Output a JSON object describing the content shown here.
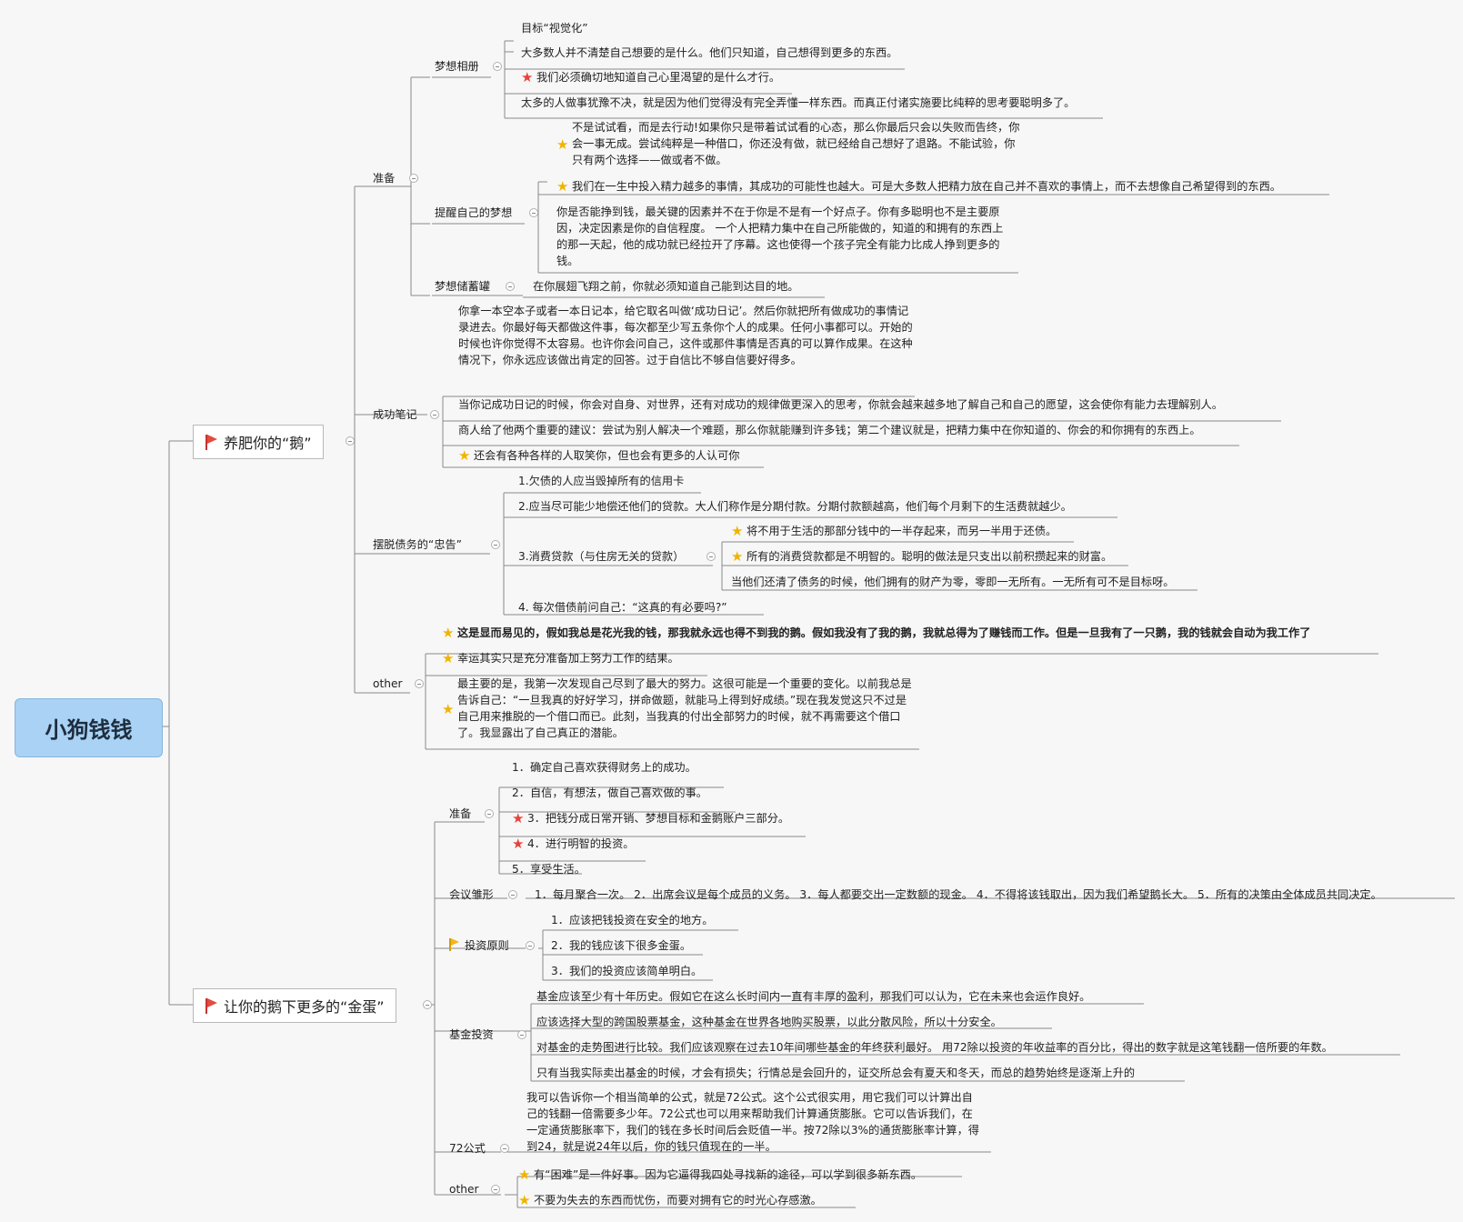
{
  "colors": {
    "root_bg": "#a9d2f4",
    "line": "#8a8a8a",
    "star": "#f0b400",
    "red_star": "#e8413a",
    "flag_red": "#e34b3e",
    "flag_yellow": "#f3b51a"
  },
  "root": {
    "label": "小狗钱钱"
  },
  "branch1": {
    "label": "养肥你的“鹅”",
    "icon": "red-flag-icon",
    "zhunbei": {
      "label": "准备",
      "mengxiang_xiangce": {
        "label": "梦想相册",
        "items": [
          "目标“视觉化”",
          "大多数人并不清楚自己想要的是什么。他们只知道，自己想得到更多的东西。",
          "我们必须确切地知道自己心里渴望的是什么才行。",
          "太多的人做事犹豫不决，就是因为他们觉得没有完全弄懂一样东西。而真正付诸实施要比纯粹的思考要聪明多了。"
        ]
      },
      "tixing": {
        "label": "提醒自己的梦想",
        "items": [
          "不是试试看，而是去行动!如果你只是带着试试看的心态，那么你最后只会以失败而告终，你会一事无成。尝试纯粹是一种借口，你还没有做，就已经给自己想好了退路。不能试验，你只有两个选择——做或者不做。",
          "我们在一生中投入精力越多的事情，其成功的可能性也越大。可是大多数人把精力放在自己并不喜欢的事情上，而不去想像自己希望得到的东西。",
          "你是否能挣到钱，最关键的因素并不在于你是不是有一个好点子。你有多聪明也不是主要原因，决定因素是你的自信程度。 一个人把精力集中在自己所能做的，知道的和拥有的东西上的那一天起，他的成功就已经拉开了序幕。这也使得一个孩子完全有能力比成人挣到更多的钱。"
        ]
      },
      "chuxuguan": {
        "label": "梦想储蓄罐",
        "text": "在你展翅飞翔之前，你就必须知道自己能到达目的地。"
      }
    },
    "chenggong_biji": {
      "label": "成功笔记",
      "items": [
        "你拿一本空本子或者一本日记本，给它取名叫做‘成功日记’。然后你就把所有做成功的事情记录进去。你最好每天都做这件事，每次都至少写五条你个人的成果。任何小事都可以。开始的时候也许你觉得不太容易。也许你会问自己，这件或那件事情是否真的可以算作成果。在这种情况下，你永远应该做出肯定的回答。过于自信比不够自信要好得多。",
        "当你记成功日记的时候，你会对自身、对世界，还有对成功的规律做更深入的思考，你就会越来越多地了解自己和自己的愿望，这会使你有能力去理解别人。",
        "商人给了他两个重要的建议：尝试为别人解决一个难题，那么你就能赚到许多钱；第二个建议就是，把精力集中在你知道的、你会的和你拥有的东西上。",
        "还会有各种各样的人取笑你，但也会有更多的人认可你"
      ]
    },
    "baituo": {
      "label": "摆脱债务的“忠告”",
      "items": [
        "1.欠债的人应当毁掉所有的信用卡",
        "2.应当尽可能少地偿还他们的贷款。大人们称作是分期付款。分期付款额越高，他们每个月剩下的生活费就越少。",
        "3.消费贷款（与住房无关的贷款）",
        "4. 每次借债前问自己：“这真的有必要吗?”"
      ],
      "sub3": [
        "将不用于生活的那部分钱中的一半存起来，而另一半用于还债。",
        "所有的消费贷款都是不明智的。聪明的做法是只支出以前积攒起来的财富。",
        "当他们还清了债务的时候，他们拥有的财产为零，零即一无所有。一无所有可不是目标呀。"
      ]
    },
    "other": {
      "label": "other",
      "items": [
        "这是显而易见的，假如我总是花光我的钱，那我就永远也得不到我的鹅。假如我没有了我的鹅，我就总得为了赚钱而工作。但是一旦我有了一只鹅，我的钱就会自动为我工作了",
        "幸运其实只是充分准备加上努力工作的结果。",
        "最主要的是，我第一次发现自己尽到了最大的努力。这很可能是一个重要的变化。以前我总是告诉自己：“一旦我真的好好学习，拼命做题，就能马上得到好成绩。”现在我发觉这只不过是自己用来推脱的一个借口而已。此刻，当我真的付出全部努力的时候，就不再需要这个借口了。我显露出了自己真正的潜能。"
      ]
    }
  },
  "branch2": {
    "label": "让你的鹅下更多的“金蛋”",
    "icon": "red-flag-icon",
    "zhunbei": {
      "label": "准备",
      "items": [
        "1．确定自己喜欢获得财务上的成功。",
        "2．自信，有想法，做自己喜欢做的事。",
        "3．把钱分成日常开销、梦想目标和金鹅账户三部分。",
        "4．进行明智的投资。",
        "5．享受生活。"
      ]
    },
    "huiyi": {
      "label": "会议雏形",
      "text": "1．每月聚合一次。 2．出席会议是每个成员的义务。 3．每人都要交出一定数额的现金。 4．不得将该钱取出，因为我们希望鹅长大。 5．所有的决策由全体成员共同决定。"
    },
    "touzi": {
      "label": "投资原则",
      "icon": "yellow-flag-icon",
      "items": [
        "1．应该把钱投资在安全的地方。",
        "2．我的钱应该下很多金蛋。",
        "3．我们的投资应该简单明白。"
      ]
    },
    "jijin": {
      "label": "基金投资",
      "items": [
        "基金应该至少有十年历史。假如它在这么长时间内一直有丰厚的盈利，那我们可以认为，它在未来也会运作良好。",
        "应该选择大型的跨国股票基金，这种基金在世界各地购买股票，以此分散风险，所以十分安全。",
        "对基金的走势图进行比较。我们应该观察在过去10年间哪些基金的年终获利最好。 用72除以投资的年收益率的百分比，得出的数字就是这笔钱翻一倍所要的年数。",
        "只有当我实际卖出基金的时候，才会有损失；行情总是会回升的，证交所总会有夏天和冬天，而总的趋势始终是逐渐上升的"
      ]
    },
    "gongshi": {
      "label": "72公式",
      "text": "我可以告诉你一个相当简单的公式，就是72公式。这个公式很实用，用它我们可以计算出自己的钱翻一倍需要多少年。72公式也可以用来帮助我们计算通货膨胀。它可以告诉我们，在一定通货膨胀率下，我们的钱在多长时间后会贬值一半。按72除以3%的通货膨胀率计算，得到24，就是说24年以后，你的钱只值现在的一半。"
    },
    "other": {
      "label": "other",
      "items": [
        "有“困难”是一件好事。因为它逼得我四处寻找新的途径，可以学到很多新东西。",
        "不要为失去的东西而忧伤，而要对拥有它的时光心存感激。"
      ]
    }
  }
}
